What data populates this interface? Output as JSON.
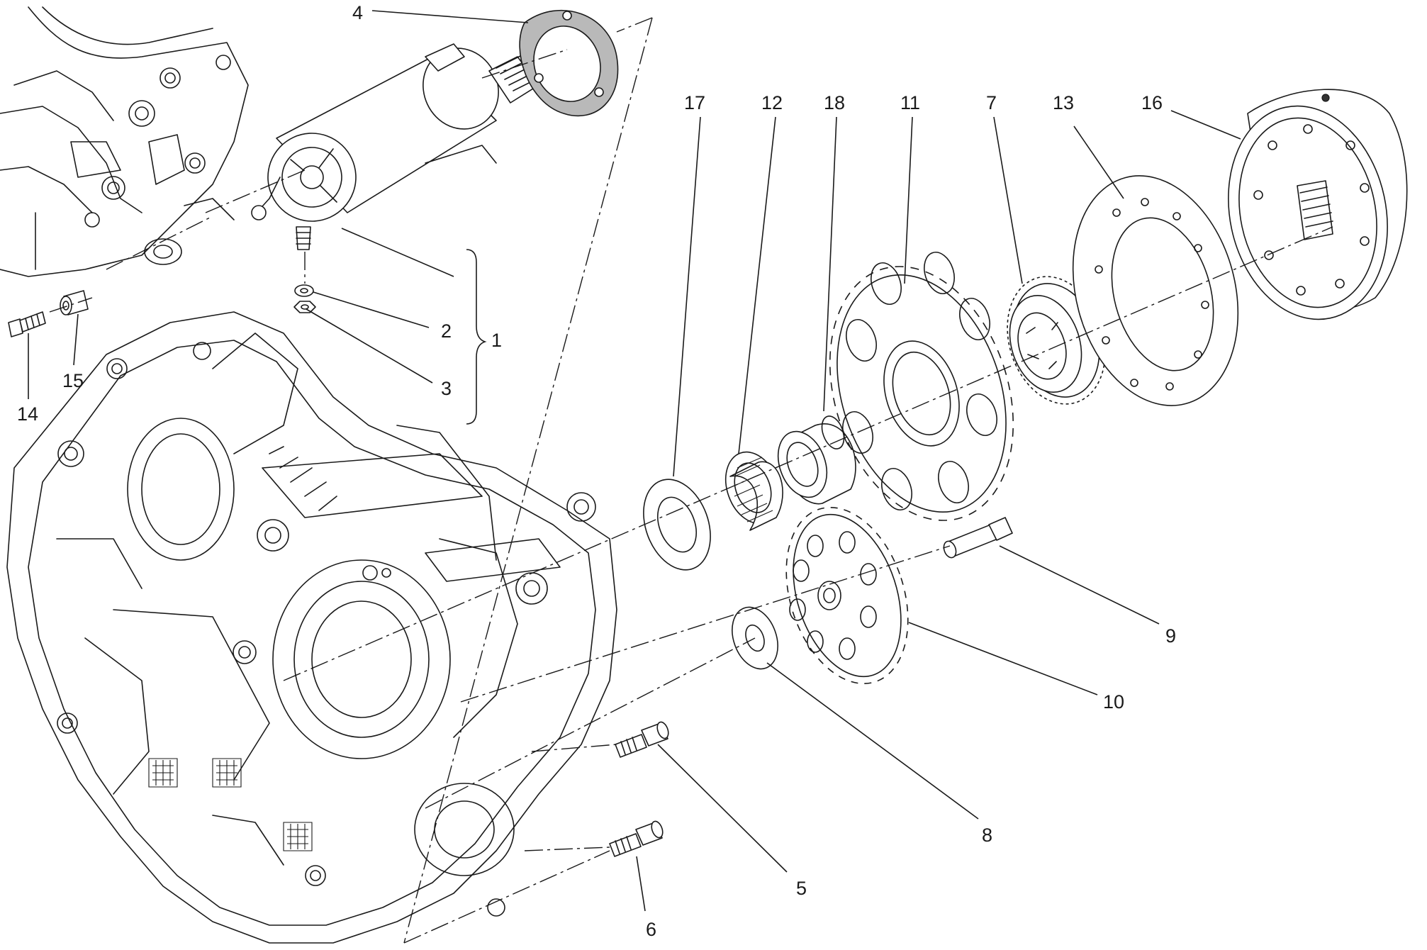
{
  "callouts": {
    "c1": "1",
    "c2": "2",
    "c3": "3",
    "c4": "4",
    "c5": "5",
    "c6": "6",
    "c7": "7",
    "c8": "8",
    "c9": "9",
    "c10": "10",
    "c11": "11",
    "c12": "12",
    "c13": "13",
    "c14": "14",
    "c15": "15",
    "c16": "16",
    "c17": "17",
    "c18": "18"
  },
  "colors": {
    "ink": "#1a1a1a",
    "background": "#ffffff",
    "gasket_shade": "#b9b9b9"
  }
}
